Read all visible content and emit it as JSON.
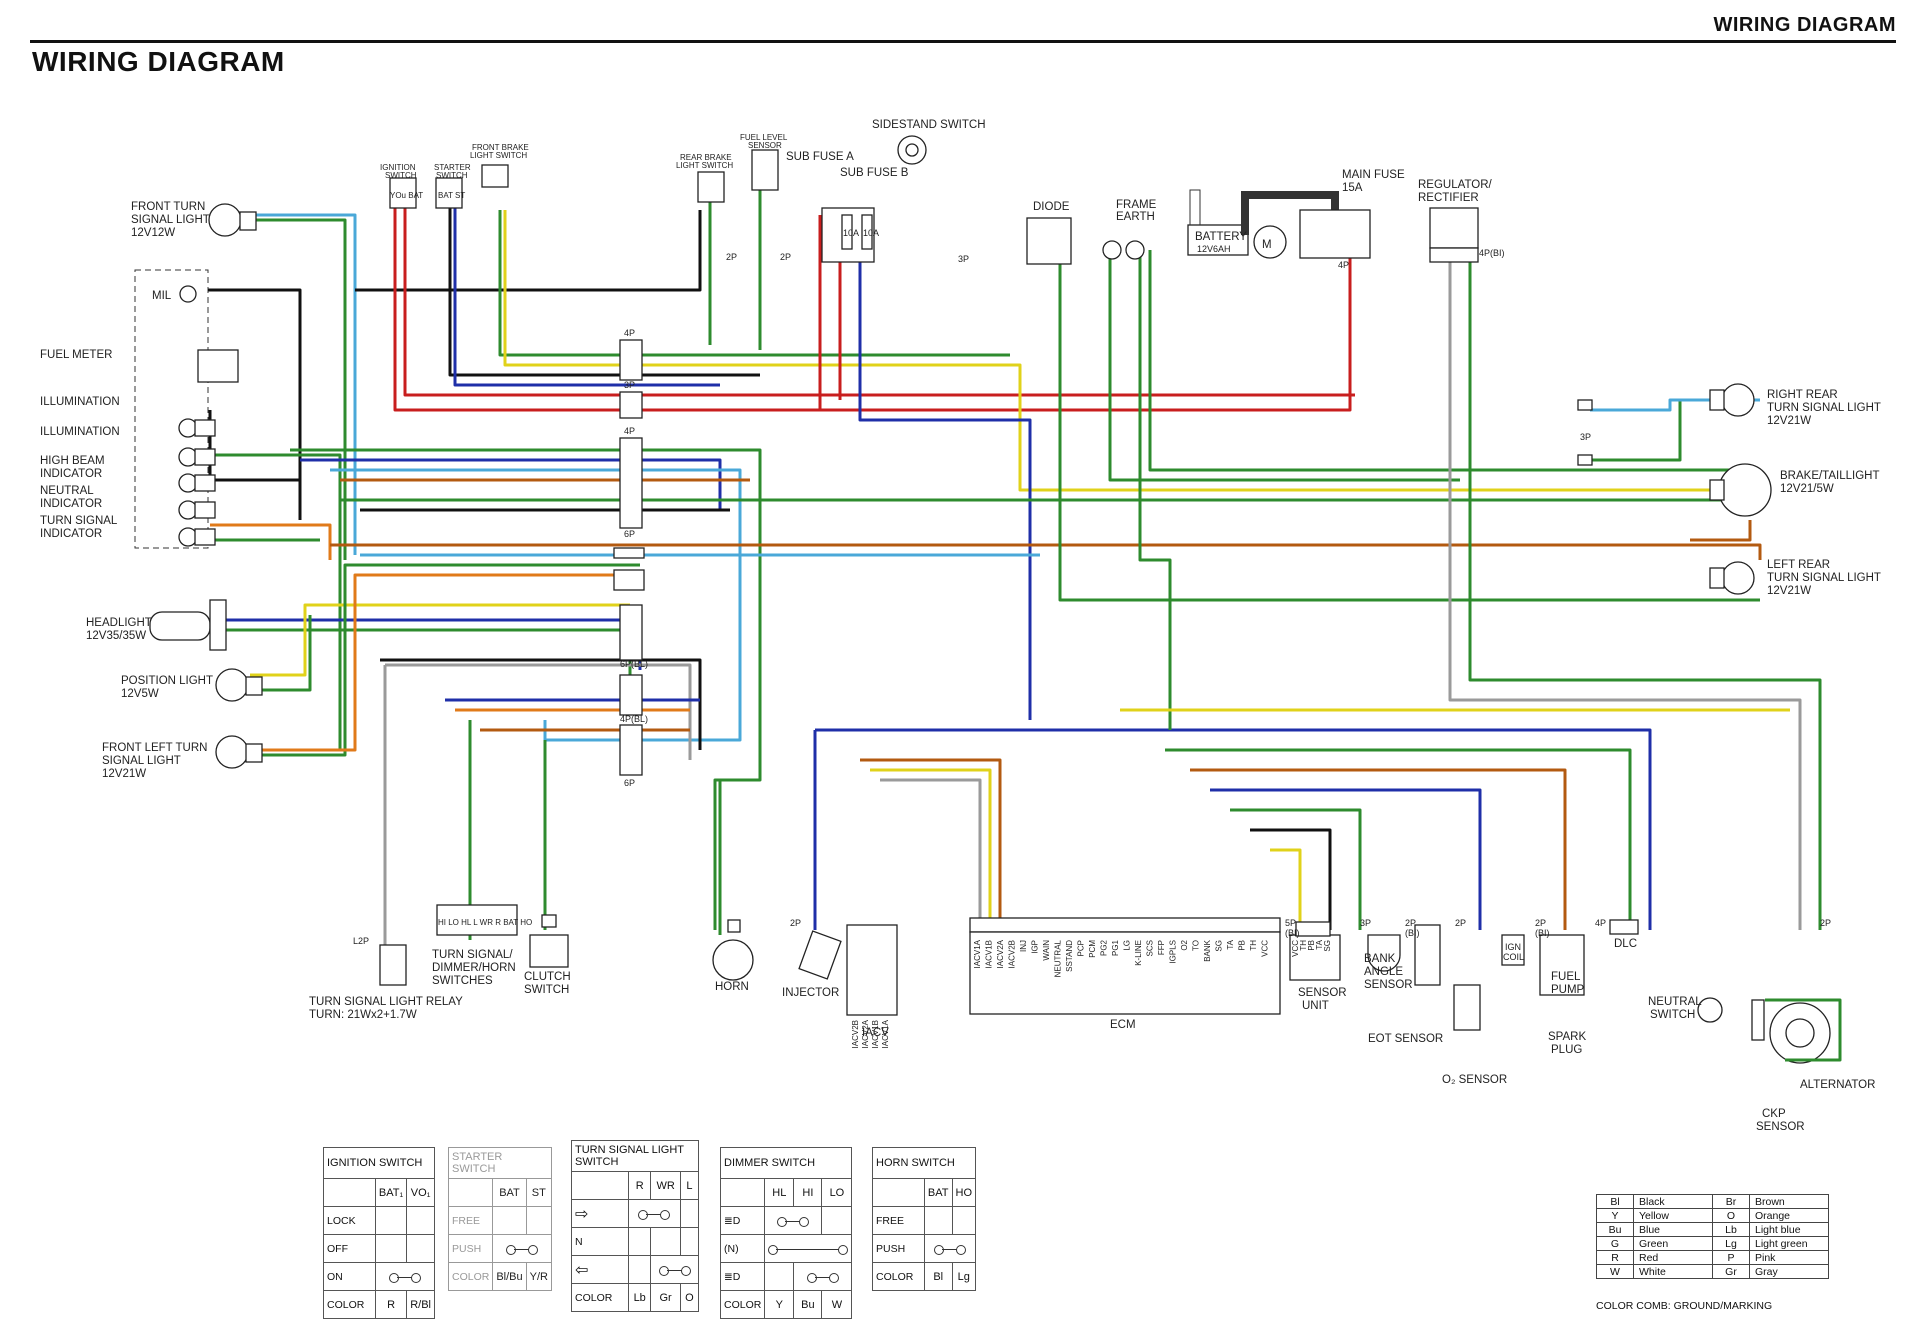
{
  "header": {
    "top_right": "WIRING DIAGRAM",
    "title": "WIRING DIAGRAM"
  },
  "components": {
    "front_turn": "FRONT TURN",
    "front_turn_2": "SIGNAL LIGHT",
    "front_turn_3": "12V12W",
    "mil": "MIL",
    "fuel_meter": "FUEL METER",
    "illumination": "ILLUMINATION",
    "high_beam": "HIGH BEAM",
    "high_beam_2": "INDICATOR",
    "neutral_ind": "NEUTRAL",
    "neutral_ind_2": "INDICATOR",
    "turn_ind": "TURN SIGNAL",
    "turn_ind_2": "INDICATOR",
    "headlight": "HEADLIGHT",
    "headlight_2": "12V35/35W",
    "position_light": "POSITION LIGHT",
    "position_light_2": "12V5W",
    "front_left_turn": "FRONT LEFT TURN",
    "front_left_turn_2": "SIGNAL LIGHT",
    "front_left_turn_3": "12V21W",
    "ignition_switch": "IGNITION",
    "ignition_switch_2": "SWITCH",
    "starter_switch": "STARTER",
    "starter_switch_2": "SWITCH",
    "front_brake": "FRONT BRAKE",
    "front_brake_2": "LIGHT SWITCH",
    "rear_brake": "REAR BRAKE",
    "rear_brake_2": "LIGHT SWITCH",
    "fuel_level": "FUEL LEVEL",
    "fuel_level_2": "SENSOR",
    "sub_fuse_a": "SUB FUSE A",
    "sub_fuse_b": "SUB FUSE B",
    "sidestand": "SIDESTAND SWITCH",
    "diode": "DIODE",
    "frame_earth": "FRAME",
    "frame_earth_2": "EARTH",
    "battery": "BATTERY",
    "battery_2": "12V6AH",
    "main_fuse": "MAIN FUSE",
    "main_fuse_2": "15A",
    "regulator": "REGULATOR/",
    "regulator_2": "RECTIFIER",
    "right_rear": "RIGHT REAR",
    "right_rear_2": "TURN SIGNAL LIGHT",
    "right_rear_3": "12V21W",
    "brake_tail": "BRAKE/TAILLIGHT",
    "brake_tail_2": "12V21/5W",
    "left_rear": "LEFT REAR",
    "left_rear_2": "TURN SIGNAL LIGHT",
    "left_rear_3": "12V21W",
    "turn_relay": "TURN SIGNAL LIGHT RELAY",
    "turn_relay_2": "TURN: 21Wx2+1.7W",
    "turn_dimmer": "TURN SIGNAL/",
    "turn_dimmer_2": "DIMMER/HORN",
    "turn_dimmer_3": "SWITCHES",
    "clutch": "CLUTCH",
    "clutch_2": "SWITCH",
    "horn": "HORN",
    "injector": "INJECTOR",
    "iacv": "IACV",
    "ecm": "ECM",
    "sensor_unit": "SENSOR",
    "sensor_unit_2": "UNIT",
    "bank_angle": "BANK",
    "bank_angle_2": "ANGLE",
    "bank_angle_3": "SENSOR",
    "eot": "EOT SENSOR",
    "o2": "O₂ SENSOR",
    "ign_coil": "IGN",
    "ign_coil_2": "COIL",
    "spark_plug": "SPARK",
    "spark_plug_2": "PLUG",
    "fuel_pump": "FUEL",
    "fuel_pump_2": "PUMP",
    "dlc": "DLC",
    "neutral_switch": "NEUTRAL",
    "neutral_switch_2": "SWITCH",
    "ckp": "CKP",
    "ckp_2": "SENSOR",
    "alternator": "ALTERNATOR",
    "m": "M"
  },
  "connectors": {
    "c4p": "4P",
    "c3p": "3P",
    "c6p": "6P",
    "c2p": "2P",
    "c6pbl": "6P(BL)",
    "c4pbl": "4P(BL)",
    "c4pbi": "4P(BI)",
    "c5pbi": "5P",
    "c5pbi_2": "(BI)",
    "c2pbi": "2P",
    "c2pbi_2": "(BI)",
    "l2p": "L2P",
    "fuse10a": "10A"
  },
  "pins": {
    "ignition": "YOu BAT",
    "starter": "BAT ST",
    "switch_pins": "HI LO HL L WR R BAT HO",
    "ecm_pins": [
      "IACV1A",
      "IACV1B",
      "IACV2A",
      "IACV2B",
      "INJ",
      "IGP",
      "WAIN",
      "NEUTRAL",
      "SSTAND",
      "PCP",
      "PCM",
      "PG2",
      "PG1",
      "LG",
      "K-LINE",
      "SCS",
      "FFP",
      "IGPLS",
      "O2",
      "TO",
      "BANK",
      "SG",
      "TA",
      "PB",
      "TH",
      "VCC"
    ],
    "sensor_pins": [
      "VCC",
      "TH",
      "PB",
      "TA",
      "SG"
    ],
    "iacv_pins": [
      "IACV2B",
      "IACV2A",
      "IACV1B",
      "IACV1A"
    ]
  },
  "tables": {
    "ignition": {
      "title": "IGNITION SWITCH",
      "cols": [
        "BAT₁",
        "VO₁"
      ],
      "rows": [
        "LOCK",
        "OFF",
        "ON",
        "COLOR"
      ],
      "color": [
        "R",
        "R/Bl"
      ]
    },
    "starter": {
      "title": "STARTER SWITCH",
      "cols": [
        "BAT",
        "ST"
      ],
      "rows": [
        "FREE",
        "PUSH",
        "COLOR"
      ],
      "color": [
        "Bl/Bu",
        "Y/R"
      ]
    },
    "turn": {
      "title": "TURN SIGNAL LIGHT",
      "title_2": "SWITCH",
      "cols": [
        "R",
        "WR",
        "L"
      ],
      "rows": [
        "N",
        "COLOR"
      ],
      "color": [
        "Lb",
        "Gr",
        "O"
      ]
    },
    "dimmer": {
      "title": "DIMMER SWITCH",
      "cols": [
        "HL",
        "HI",
        "LO"
      ],
      "rows": [
        "(N)",
        "COLOR"
      ],
      "color": [
        "Y",
        "Bu",
        "W"
      ]
    },
    "horn": {
      "title": "HORN SWITCH",
      "cols": [
        "BAT",
        "HO"
      ],
      "rows": [
        "FREE",
        "PUSH",
        "COLOR"
      ],
      "color": [
        "Bl",
        "Lg"
      ]
    }
  },
  "color_codes": {
    "rows": [
      [
        "Bl",
        "Black",
        "Br",
        "Brown"
      ],
      [
        "Y",
        "Yellow",
        "O",
        "Orange"
      ],
      [
        "Bu",
        "Blue",
        "Lb",
        "Light blue"
      ],
      [
        "G",
        "Green",
        "Lg",
        "Light green"
      ],
      [
        "R",
        "Red",
        "P",
        "Pink"
      ],
      [
        "W",
        "White",
        "Gr",
        "Gray"
      ]
    ],
    "note": "COLOR COMB: GROUND/MARKING"
  },
  "wire_colors": {
    "green": "#2e8b2e",
    "blue": "#1f2fa8",
    "red": "#c81e1e",
    "black": "#111111",
    "yellow": "#e0d21a",
    "brown": "#b35a10",
    "lightblue": "#4aa8d8",
    "gray": "#9a9a9a",
    "orange": "#e07a1a",
    "white": "#ffffff"
  }
}
